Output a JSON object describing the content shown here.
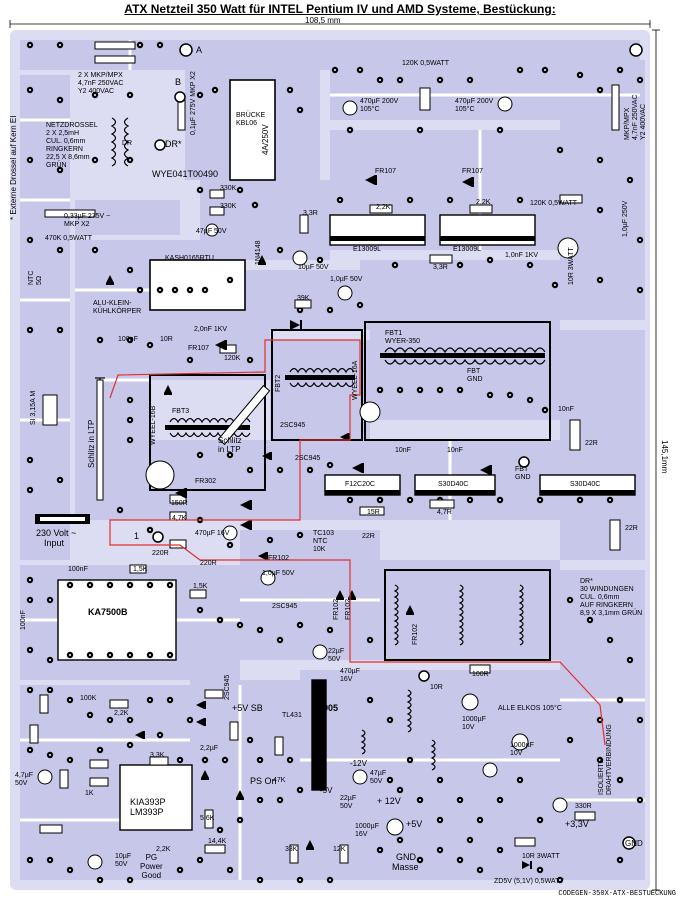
{
  "title": "ATX Netzteil 350 Watt für INTEL Pentium IV und AMD Systeme, Bestückung:",
  "dimensions": {
    "width_label": "108,5 mm",
    "height_label": "145,1mm"
  },
  "footer": "CODEGEN-350X-ATX-BESTUECKUNG",
  "colors": {
    "trace": "#c7c7ea",
    "copper_dark": "#000000",
    "isolated_wire": "#e03030",
    "board": "#ffffff"
  },
  "labels": {
    "cap_x2": [
      "2 X MKP/MPX",
      "4,7nF 250VAC",
      "Y2 400VAC"
    ],
    "netzdrossel": [
      "NETZDROSSEL",
      "2 X 2,5mH",
      "CUL. 0,6mm",
      "RINGKERN",
      "22,5 X 8,6mm",
      "GRÜN"
    ],
    "dr_in": "DR",
    "dr_star": "DR*",
    "cap_x1": "0,1µF 275V MKP X2",
    "bridge": [
      "BRÜCKE",
      "KBL06"
    ],
    "bridge_rating": "4A/250V",
    "wye": "WYE041T00490",
    "r_120k_top": "120K 0,5WATT",
    "c_470u_1": [
      "470µF 200V",
      "105°C"
    ],
    "c_470u_2": [
      "470µF 200V",
      "105°C"
    ],
    "cap_right": [
      "MKP/MPX",
      "4,7nF 250VAC",
      "Y2 400VAC"
    ],
    "side_left": "* Externe Drossel auf Kern EI",
    "fr107_1": "FR107",
    "fr107_2": "FR107",
    "r330k_1": "330K",
    "r330k_2": "330K",
    "c033": [
      "0,33µF 275V ~",
      "MKP X2"
    ],
    "r33": "3,3R",
    "r22k_1": "2,2K",
    "r22k_2": "2,2K",
    "r120k_2": "120K 0,5WATT",
    "c1u_250": "1,0µF 250V",
    "e13009l_1": "E13009L",
    "e13009l_2": "E13009L",
    "r470k": "470K 0,5WATT",
    "c47u50": "47µF 50V",
    "ksh": "KASH0165RTU",
    "ntc": [
      "NTC",
      "5Ω"
    ],
    "r33_2": "3,3R",
    "c1n1kv": "1,0nF 1KV",
    "r10r": "10R 3WATT",
    "c10u50": "10µF 50V",
    "c1u50": "1,0µF 50V",
    "in4148_1": "1N4148",
    "r39k": "39K",
    "alu": [
      "ALU-KLEIN-",
      "KÜHLKÖRPER"
    ],
    "fuse": "SI 3,15A M",
    "c2n2kv": "2,0nF 1KV",
    "r120k_3": "120K",
    "fbt1": [
      "FBT1",
      "WYER-350"
    ],
    "fbt_gnd": [
      "FBT",
      "GND"
    ],
    "c100nf_1": "100nF",
    "r10r_2": "10R",
    "fr107_3": "FR107",
    "fbt2": "FBT2",
    "wyeel16a": "WYEEL-16A",
    "fbt3": "FBT3",
    "wyeel16b": "WYEEL-16B",
    "sup": [
      "Schlitz",
      "in LTP"
    ],
    "schlitz_left": "Schlitz in LTP",
    "c10nf_1": "10nF",
    "c10nf_2": "10nF",
    "c10nf_3": "10nF",
    "r22r": "22R",
    "r22r_2": "22R",
    "c5945_1": "2SC945",
    "c5945_2": "2SC945",
    "fbt_gnd2": [
      "FBT",
      "GND"
    ],
    "fr302": "FR302",
    "f12c20c": "F12C20C",
    "s30d40c_1": "S30D40C",
    "s30d40c_2": "S30D40C",
    "r150r": "150R",
    "r47k": "4,7K",
    "r15r": "15R",
    "r47r": "4,7R",
    "tc103": [
      "TC103",
      "NTC",
      "10K"
    ],
    "volt230": [
      "230 Volt ~",
      "Input"
    ],
    "c470u16": "470µF 16V",
    "r22r_3": "22R",
    "r220r": "220R",
    "fr102_1": "FR102",
    "fr102_2": "FR102",
    "fr102_3": "FR102",
    "r15k": "1,5K",
    "r15k_2": "1,5K",
    "c100nf_2": "100nF",
    "ka7500b": "KA7500B",
    "dr_note": [
      "DR*",
      "30 WINDUNGEN",
      "CUL. 0,6mm",
      "AUF RINGKERN",
      "8,9 X 3,1mm GRÜN"
    ],
    "c1u50_2": "1,0µF 50V",
    "r220r_2": "220R",
    "c2sc945_3": "2SC945",
    "c22u50": [
      "22µF",
      "50V"
    ],
    "r100r": "100R",
    "c100nf_3": "100nF",
    "c470u16_2": [
      "470µF",
      "16V"
    ],
    "r10r_3": "10R",
    "c1000u": [
      "1000µF",
      "10V"
    ],
    "alle_elkos": "ALLE ELKOS 105°C",
    "sb5v": "+5V SB",
    "u7905": "7905",
    "tl431": "TL431",
    "r100k": "100K",
    "ps_on": "PS On",
    "minus12": "-12V",
    "minus5": "-5V",
    "plus12": "+ 12V",
    "plus5": "+5V",
    "plus33": "+3,3V",
    "c1000u_2": [
      "1000µF",
      "10V"
    ],
    "c1000u_3": [
      "1000µF",
      "16V"
    ],
    "c22u50_2": [
      "22µF",
      "50V"
    ],
    "c47u50_2": [
      "47µF",
      "50V"
    ],
    "kia": [
      "KIA393P",
      "LM393P"
    ],
    "pg": [
      "PG",
      "Power",
      "Good"
    ],
    "c10u50_2": [
      "10µF",
      "50V"
    ],
    "gnd": [
      "GND",
      "Masse"
    ],
    "gnd_right": "GND",
    "r10r_4": "10R 3WATT",
    "zd": "ZD5V (5,1V) 0,5WATT",
    "r22k_3": "2,2K",
    "r14k": "14,4K",
    "r33k": "33K",
    "r12k": "12K",
    "r47k_2": "47K",
    "r330r": "330R",
    "c4u7": [
      "4,7µF",
      "50V"
    ],
    "r56k": "5,6K",
    "r33k_2": "3,3K",
    "isolated": [
      "ISOLIERTE",
      "DRAHTVERBINDUNG"
    ],
    "label_a": "A",
    "label_b": "B",
    "fr102_4": "FR102",
    "c2sc945_4": "2SC945",
    "c22u": "2,2µF",
    "r2k2": "2,2K",
    "r1k": "1K",
    "label_1": "1"
  }
}
